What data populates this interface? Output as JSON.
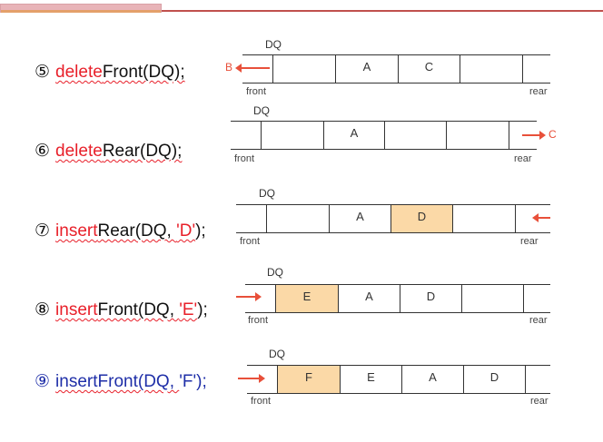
{
  "operations": [
    {
      "num": "⑤",
      "fn_red": "delete",
      "fn_rest": "Front(DQ);"
    },
    {
      "num": "⑥",
      "fn_red": "delete",
      "fn_rest": "Rear(DQ);"
    },
    {
      "num": "⑦",
      "fn_red": "insert",
      "fn_rest": "Rear(DQ, ",
      "arg": "'D'",
      "tail": ");"
    },
    {
      "num": "⑧",
      "fn_red": "insert",
      "fn_rest": "Front(DQ, ",
      "arg": "'E'",
      "tail": ");"
    },
    {
      "num": "⑨",
      "fn_red": "insert",
      "fn_rest": "Front(DQ, ",
      "arg": "'F'",
      "tail": ");"
    }
  ],
  "deques": [
    {
      "label": "DQ",
      "cells": [
        "",
        "",
        "A",
        "C",
        "",
        ""
      ],
      "highlight": [],
      "front": "front",
      "rear": "rear",
      "out_letter": "B"
    },
    {
      "label": "DQ",
      "cells": [
        "",
        "",
        "A",
        "",
        "",
        ""
      ],
      "highlight": [],
      "front": "front",
      "rear": "rear",
      "out_letter": "C"
    },
    {
      "label": "DQ",
      "cells": [
        "",
        "",
        "A",
        "D",
        "",
        ""
      ],
      "highlight": [
        3
      ],
      "front": "front",
      "rear": "rear"
    },
    {
      "label": "DQ",
      "cells": [
        "",
        "E",
        "A",
        "D",
        "",
        ""
      ],
      "highlight": [
        1
      ],
      "front": "front",
      "rear": "rear"
    },
    {
      "label": "DQ",
      "cells": [
        "",
        "F",
        "E",
        "A",
        "D",
        ""
      ],
      "highlight": [
        1
      ],
      "front": "front",
      "rear": "rear"
    }
  ],
  "colors": {
    "accent_red": "#e8202a",
    "arrow": "#e8503a",
    "highlight": "#fbd9a7",
    "blue_text": "#1f2fa8"
  }
}
